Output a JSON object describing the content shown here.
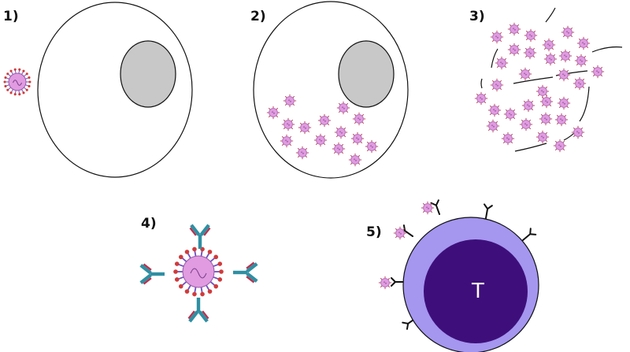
{
  "steps": {
    "s1": {
      "label": "1)"
    },
    "s2": {
      "label": "2)"
    },
    "s3": {
      "label": "3)"
    },
    "s4": {
      "label": "4)"
    },
    "s5": {
      "label": "5)"
    }
  },
  "tcell": {
    "letter": "T"
  },
  "colors": {
    "virus_body": "#e19be0",
    "virus_spike": "#d13a3a",
    "virus_spike_alt": "#6f4fc2",
    "nucleus": "#c8c8c8",
    "antibody_teal": "#2f8fa3",
    "antibody_red": "#b5334e",
    "tcell_outer": "#a596f0",
    "tcell_inner": "#3e0f7a",
    "tcell_receptor": "#111111"
  }
}
